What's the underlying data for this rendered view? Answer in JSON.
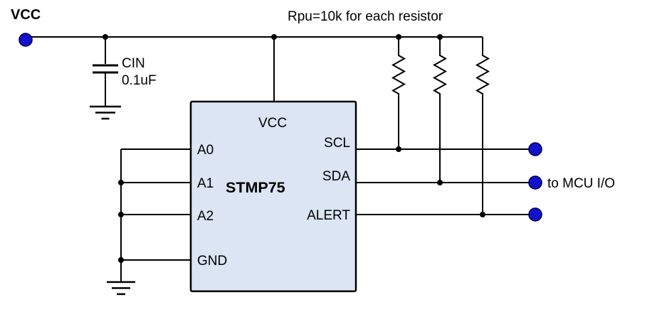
{
  "schematic": {
    "note": "Rpu=10k for each resistor",
    "vcc_label": "VCC",
    "mcu_label": "to MCU I/O",
    "capacitor": {
      "name": "CIN",
      "value": "0.1uF"
    },
    "ic": {
      "name": "STMP75",
      "pins": {
        "vcc": "VCC",
        "a0": "A0",
        "a1": "A1",
        "a2": "A2",
        "gnd": "GND",
        "scl": "SCL",
        "sda": "SDA",
        "alert": "ALERT"
      }
    },
    "resistors": {
      "count": 3,
      "value_each": "10k"
    },
    "colors": {
      "wire": "#000000",
      "ic_fill": "#dbe5f3",
      "ic_border": "#000000",
      "terminal_fill": "#1212cc",
      "terminal_stroke": "#000050",
      "junction": "#000000",
      "background": "#ffffff"
    }
  }
}
